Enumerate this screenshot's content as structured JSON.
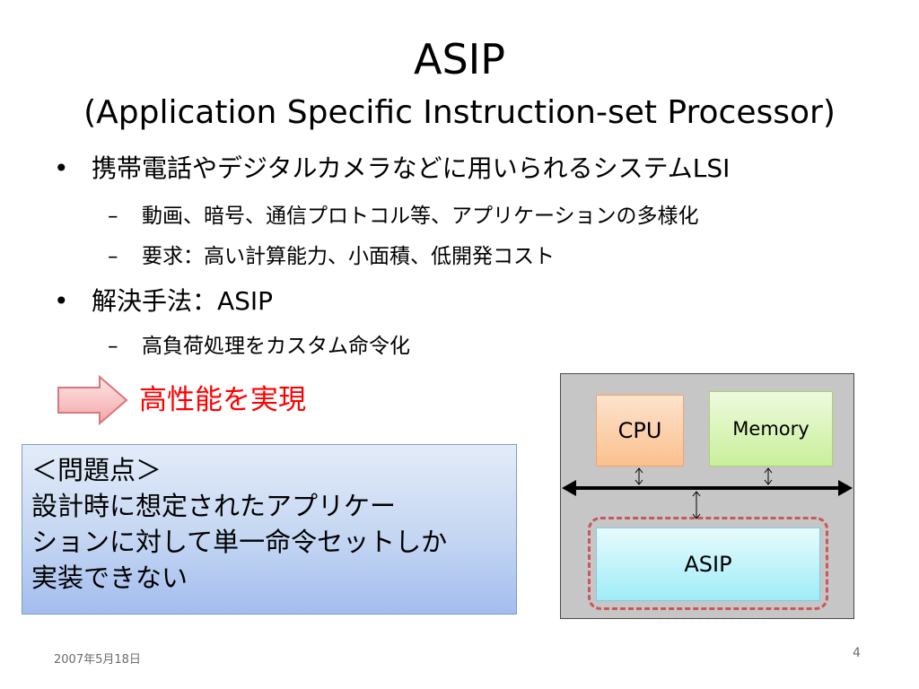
{
  "slide": {
    "title": "ASIP",
    "subtitle": "(Application Specific Instruction-set Processor)",
    "bullets": [
      {
        "mark": "•",
        "text": "携帯電話やデジタルカメラなどに用いられるシステムLSI"
      },
      {
        "mark": "–",
        "text": "動画、暗号、通信プロトコル等、アプリケーションの多様化"
      },
      {
        "mark": "–",
        "text": "要求：高い計算能力、小面積、低開発コスト"
      },
      {
        "mark": "•",
        "text": "解決手法：ASIP"
      },
      {
        "mark": "–",
        "text": "高負荷処理をカスタム命令化"
      }
    ],
    "result": "高性能を実現",
    "problem": {
      "lines": [
        "＜問題点＞",
        "設計時に想定されたアプリケー",
        "ションに対して単一命令セットしか",
        "実装できない"
      ]
    },
    "diagram": {
      "cpu": "CPU",
      "memory": "Memory",
      "asip": "ASIP"
    },
    "footer": {
      "date": "2007年5月18日",
      "page": "4"
    }
  },
  "colors": {
    "result_text": "#ff0000",
    "arrow_fill": "#f9bcbc",
    "arrow_stroke": "#d9777b",
    "problem_fill": "#c4d6f2",
    "panel_fill": "#c6c6c6",
    "cpu_fill": "#fbc08e",
    "memory_fill": "#c9ef9a",
    "asip_fill": "#9fecf7",
    "dash_border": "#c8585c"
  }
}
